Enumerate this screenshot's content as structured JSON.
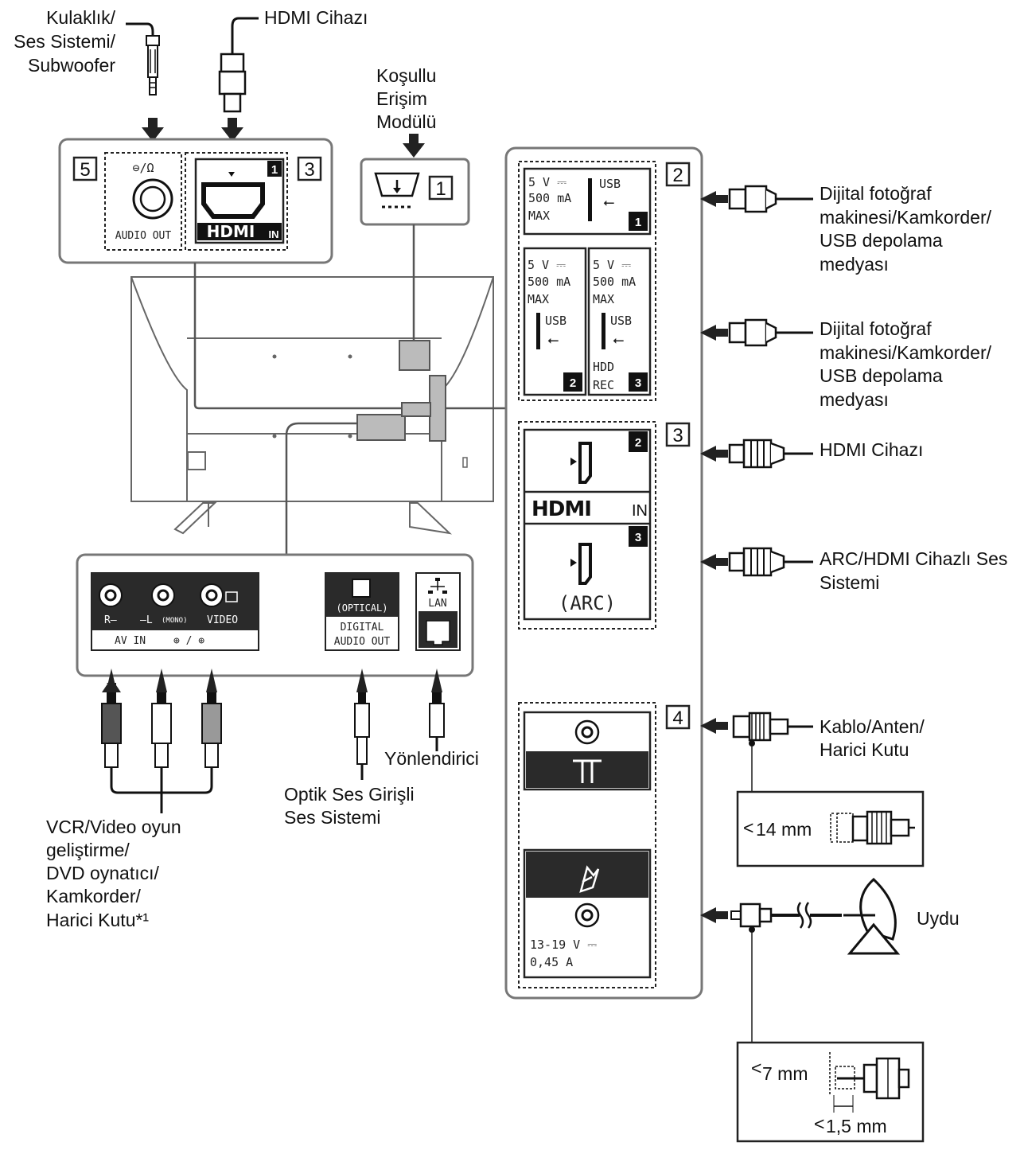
{
  "labels": {
    "headphone": [
      "Kulaklık/",
      "Ses Sistemi/",
      "Subwoofer"
    ],
    "hdmi_top": "HDMI Cihazı",
    "cam": [
      "Koşullu",
      "Erişim",
      "Modülü"
    ],
    "usb1": [
      "Dijital fotoğraf",
      "makinesi/Kamkorder/",
      "USB depolama",
      "medyası"
    ],
    "usb2": [
      "Dijital fotoğraf",
      "makinesi/Kamkorder/",
      "USB depolama",
      "medyası"
    ],
    "hdmi_right": "HDMI Cihazı",
    "arc": [
      "ARC/HDMI Cihazlı Ses",
      "Sistemi"
    ],
    "cable": [
      "Kablo/Anten/",
      "Harici Kutu"
    ],
    "satellite": "Uydu",
    "vcr": [
      "VCR/Video oyun",
      "geliştirme/",
      "DVD oynatıcı/",
      "Kamkorder/",
      "Harici Kutu*¹"
    ],
    "optical": [
      "Optik Ses Girişli",
      "Ses Sistemi"
    ],
    "router": "Yönlendirici"
  },
  "numbers": {
    "n5": "5",
    "n3_top": "3",
    "n1_cam": "1",
    "n2_usb": "2",
    "n3_hdmi": "3",
    "n4_ant": "4"
  },
  "ports": {
    "audio_out": "AUDIO OUT",
    "hp_symbol": "⊖/Ω",
    "hdmi_logo": "HDMI",
    "hdmi_in": "IN",
    "usb_power": [
      "5 V ⎓",
      "500 mA",
      "MAX"
    ],
    "usb": "USB",
    "usb_badges": [
      "1",
      "2",
      "3"
    ],
    "hdd": "HDD",
    "rec": "REC",
    "hdmi_badges": [
      "2",
      "3"
    ],
    "arc_label": "(ARC)",
    "hdmi_top_badge": "1",
    "sat_power": [
      "13-19 V ⎓",
      "0,45 A"
    ],
    "av_labels": {
      "r": "R–",
      "l": "–L",
      "mono": "(MONO)",
      "video": "VIDEO",
      "av_in": "AV IN",
      "in_out": "⊕ / ⊕"
    },
    "optical": [
      "(OPTICAL)",
      "DIGITAL",
      "AUDIO OUT"
    ],
    "lan": "LAN"
  },
  "dimensions": {
    "coax": "14 mm",
    "coax_lt": "<",
    "sat_pin": "7 mm",
    "sat_pin_lt": "<",
    "sat_tip": "1,5 mm",
    "sat_tip_lt": "<"
  },
  "colors": {
    "line": "#555555",
    "dark": "#222222",
    "panel": "#777777"
  }
}
